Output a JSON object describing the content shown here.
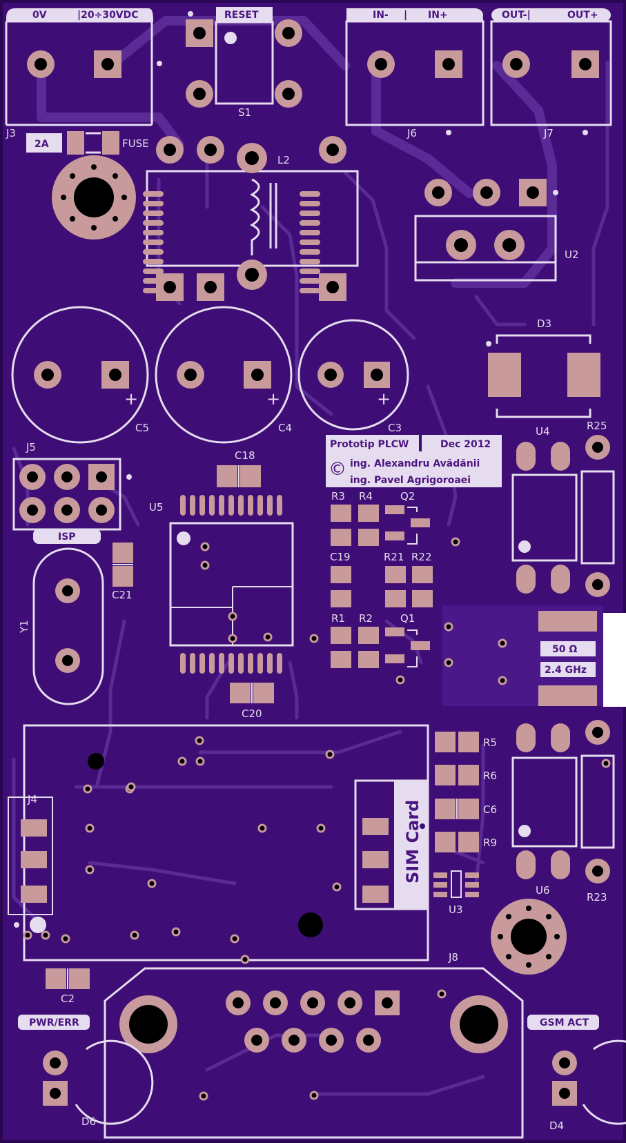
{
  "board": {
    "colors": {
      "substrate": "#3e0d75",
      "copper": "#c89a9c",
      "silkscreen": "#e6dcef",
      "trace": "#5a2a96"
    }
  },
  "connectors": {
    "j3_left": "0V",
    "j3_right": "|20÷30VDC",
    "j3_ref": "J3",
    "j6_left": "IN-",
    "j6_mid": "|",
    "j6_right": "IN+",
    "j6_ref": "J6",
    "j7_left": "OUT-|",
    "j7_right": "OUT+",
    "j7_ref": "J7",
    "j4_ref": "J4",
    "j5_ref": "J5",
    "j8_ref": "J8"
  },
  "reset": {
    "label": "RESET",
    "ref": "S1"
  },
  "fuse": {
    "rating": "2A",
    "label": "FUSE"
  },
  "components": {
    "l2": "L2",
    "u2": "U2",
    "d3": "D3",
    "c5": "C5",
    "c4": "C4",
    "c3": "C3",
    "c18": "C18",
    "u5": "U5",
    "u4": "U4",
    "r25": "R25",
    "r3": "R3",
    "r4": "R4",
    "q2": "Q2",
    "c19": "C19",
    "r21": "R21",
    "r22": "R22",
    "r1": "R1",
    "r2": "R2",
    "q1": "Q1",
    "c21": "C21",
    "y1": "Y1",
    "c20": "C20",
    "r5": "R5",
    "r6": "R6",
    "c6": "C6",
    "r9": "R9",
    "u3": "U3",
    "u6": "U6",
    "r23": "R23",
    "c2": "C2",
    "d6": "D6",
    "d4": "D4",
    "isp": "ISP",
    "plus": "+"
  },
  "info_block": {
    "line1": "Prototip PLCW",
    "date": "Dec 2012",
    "copyright": "©",
    "line2": "ing. Alexandru Avădănii",
    "line3": "ing. Pavel Agrigoroaei"
  },
  "antenna": {
    "impedance": "50 Ω",
    "frequency": "2.4 GHz"
  },
  "sim": {
    "label": "SIM Card"
  },
  "leds": {
    "pwr": "PWR/ERR",
    "gsm": "GSM ACT"
  }
}
